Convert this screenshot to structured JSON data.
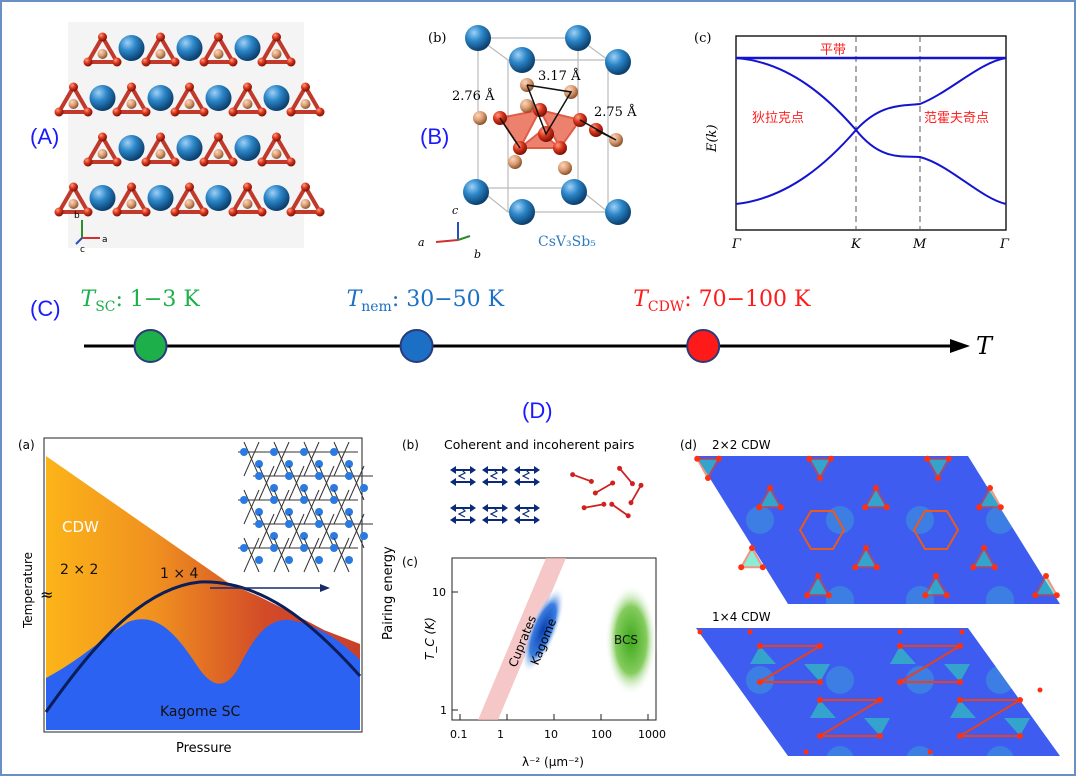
{
  "panels": {
    "A": {
      "label": "(A)",
      "axes": {
        "b": "b",
        "c": "c",
        "a": "a"
      }
    },
    "B": {
      "label": "(B)",
      "sublabel": "(b)",
      "dist1": "3.17 Å",
      "dist2": "2.76 Å",
      "dist3": "2.75 Å",
      "formula": "CsV₃Sb₅",
      "axes": {
        "c": "c",
        "a": "a",
        "b": "b"
      }
    },
    "C_band": {
      "sublabel": "(c)",
      "flat_band": "平带",
      "dirac": "狄拉克点",
      "vanhove": "范霍夫奇点",
      "ylabel": "E(k)",
      "xticks": [
        "Γ",
        "K",
        "M",
        "Γ"
      ]
    },
    "C": {
      "label": "(C)",
      "axis_label": "T",
      "points": [
        {
          "sym": "T",
          "sub": "SC",
          "range": ": 1−3 K",
          "color": "#1db04a",
          "T_value": 2
        },
        {
          "sym": "T",
          "sub": "nem",
          "range": ": 30−50 K",
          "color": "#1b6fc4",
          "T_value": 40
        },
        {
          "sym": "T",
          "sub": "CDW",
          "range": ": 70−100 K",
          "color": "#ff1a1a",
          "T_value": 85
        }
      ]
    },
    "D": {
      "label": "(D)",
      "a": {
        "sublabel": "(a)",
        "cdw": "CDW",
        "c22": "2 × 2",
        "c14": "1 × 4",
        "sc": "Kagome SC",
        "ylabel": "Temperature",
        "xlabel": "Pressure",
        "break": "≈"
      },
      "b": {
        "sublabel": "(b)",
        "title": "Coherent and incoherent pairs",
        "ylabel": "Pairing energy"
      },
      "c": {
        "sublabel": "(c)",
        "cuprates": "Cuprates",
        "kagome": "Kagome",
        "bcs": "BCS",
        "ylabel": "T_C (K)",
        "xlabel": "λ⁻² (µm⁻²)",
        "xticks": [
          "0.1",
          "1",
          "10",
          "100",
          "1000"
        ],
        "yticks": [
          "1",
          "10"
        ]
      },
      "d": {
        "sublabel": "(d)",
        "top": "2×2 CDW",
        "bottom": "1×4 CDW"
      }
    }
  }
}
